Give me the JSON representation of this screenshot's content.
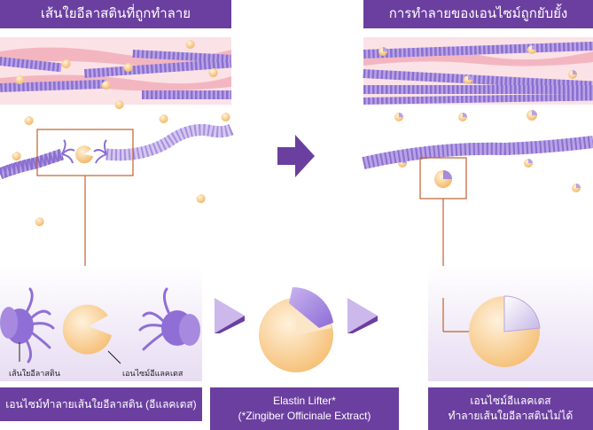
{
  "left": {
    "title": "เส้นใยอีลาสตินที่ถูกทำลาย",
    "label_fiber": "เส้นใยอีลาสติน",
    "label_enzyme": "เอนไซม์อีแลคเตส",
    "caption": "เอนไซม์ทำลายเส้นใยอีลาสติน (อีแลคเตส)"
  },
  "middle": {
    "caption_line1": "Elastin Lifter*",
    "caption_line2": "(*Zingiber Officinale Extract)"
  },
  "right": {
    "title": "การทำลายของเอนไซม์ถูกยับยั้ง",
    "caption_line1": "เอนไซม์อีแลคเตส",
    "caption_line2": "ทำลายเส้นใยอีลาสตินไม่ได้"
  },
  "icons": [
    "arrow-right-icon",
    "play-triangle-icon",
    "enzyme-pacman-icon",
    "elastin-fiber-icon",
    "elastin-lifter-icon"
  ],
  "colors": {
    "title_bg": "#6b3fa0",
    "fiber": "#9a7fd8",
    "enzyme": "#f7c87f",
    "skin_pink": "#f6c9d0",
    "connector": "#c0622f",
    "arrow": "#6b3fa0"
  }
}
